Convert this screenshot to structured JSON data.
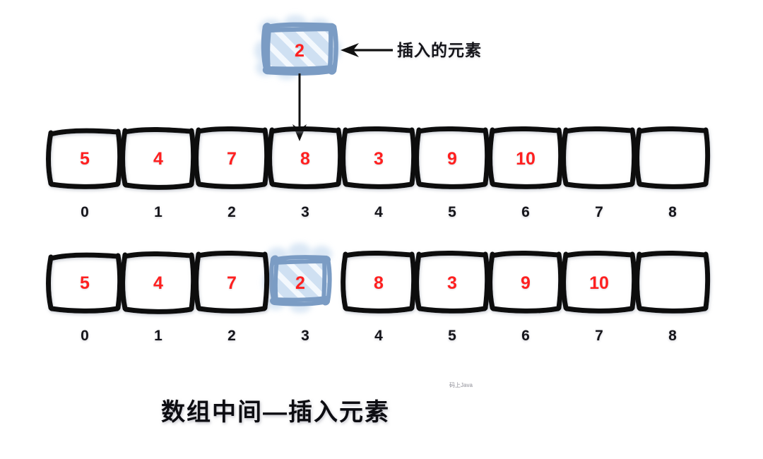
{
  "diagram": {
    "title": "数组中间—插入元素",
    "watermark": "码上Java",
    "colors": {
      "value_red": "#ff2020",
      "box_stroke_black": "#111111",
      "highlight_stroke_blue": "#7b9cc4",
      "highlight_fill_blue": "#cfe0f2",
      "index_text": "#15151a",
      "background": "#ffffff"
    }
  },
  "inserted_element": {
    "value": "2",
    "label": "插入的元素",
    "style": "hatched-blue-box"
  },
  "arrays": [
    {
      "name": "before-insert",
      "cells": [
        {
          "index": "0",
          "value": "5"
        },
        {
          "index": "1",
          "value": "4"
        },
        {
          "index": "2",
          "value": "7"
        },
        {
          "index": "3",
          "value": "8"
        },
        {
          "index": "4",
          "value": "3"
        },
        {
          "index": "5",
          "value": "9"
        },
        {
          "index": "6",
          "value": "10"
        },
        {
          "index": "7",
          "value": ""
        },
        {
          "index": "8",
          "value": ""
        }
      ],
      "insert_target_index": "3"
    },
    {
      "name": "after-insert",
      "cells": [
        {
          "index": "0",
          "value": "5",
          "highlight": false
        },
        {
          "index": "1",
          "value": "4",
          "highlight": false
        },
        {
          "index": "2",
          "value": "7",
          "highlight": false
        },
        {
          "index": "3",
          "value": "2",
          "highlight": true
        },
        {
          "index": "4",
          "value": "8",
          "highlight": false
        },
        {
          "index": "5",
          "value": "3",
          "highlight": false
        },
        {
          "index": "6",
          "value": "9",
          "highlight": false
        },
        {
          "index": "7",
          "value": "10",
          "highlight": false
        },
        {
          "index": "8",
          "value": "",
          "highlight": false
        }
      ]
    }
  ]
}
